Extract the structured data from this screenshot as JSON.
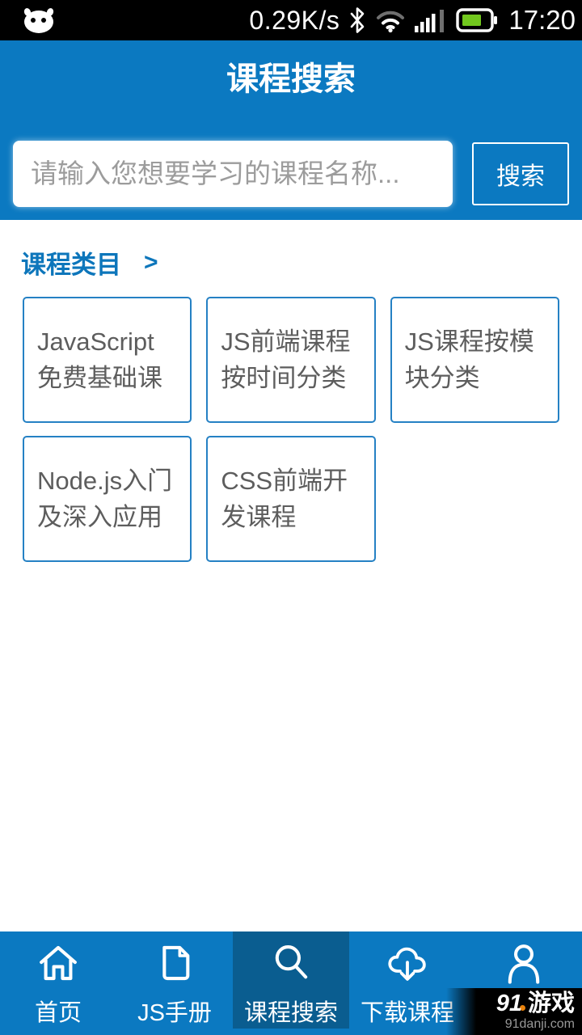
{
  "status_bar": {
    "network_speed": "0.29K/s",
    "time": "17:20",
    "battery_color": "#72c81e"
  },
  "header": {
    "title": "课程搜索",
    "search": {
      "placeholder": "请输入您想要学习的课程名称...",
      "button_label": "搜索"
    }
  },
  "categories": {
    "heading": "课程类目",
    "chevron": ">",
    "items": [
      "JavaScript免费基础课",
      "JS前端课程按时间分类",
      "JS课程按模块分类",
      "Node.js入门及深入应用",
      "CSS前端开发课程"
    ]
  },
  "tabbar": {
    "items": [
      {
        "label": "首页",
        "icon": "home-icon",
        "active": false
      },
      {
        "label": "JS手册",
        "icon": "document-icon",
        "active": false
      },
      {
        "label": "课程搜索",
        "icon": "search-icon",
        "active": true
      },
      {
        "label": "下载课程",
        "icon": "cloud-download-icon",
        "active": false
      },
      {
        "label": "",
        "icon": "person-icon",
        "active": false
      }
    ]
  },
  "watermark": {
    "brand_number": "91",
    "brand_name": "游戏",
    "site": "91danji.com"
  },
  "colors": {
    "primary_blue": "#0b79c1",
    "active_tab_blue": "#0a5d90",
    "card_border_blue": "#2581c4",
    "category_link_blue": "#0d76bb",
    "card_text_gray": "#5d5d5d",
    "battery_green": "#72c81e",
    "watermark_accent_orange": "#e8820c"
  }
}
